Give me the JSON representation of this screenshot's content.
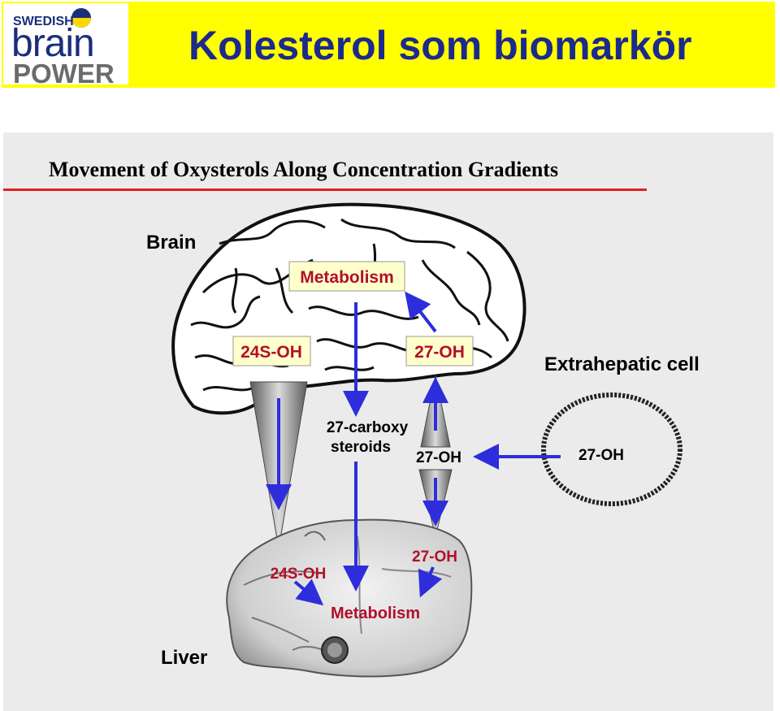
{
  "header": {
    "title": "Kolesterol som biomarkör",
    "logo": {
      "line1": "SWEDISH",
      "line2": "brain",
      "line3": "POWER"
    }
  },
  "slide": {
    "title": "Movement of Oxysterols Along Concentration Gradients"
  },
  "diagram": {
    "brain_label": "Brain",
    "liver_label": "Liver",
    "extrahepatic_label": "Extrahepatic cell",
    "brain_metabolism": "Metabolism",
    "brain_24s_oh": "24S-OH",
    "brain_27_oh": "27-OH",
    "carboxy_line1": "27-carboxy",
    "carboxy_line2": "steroids",
    "mid_27_oh": "27-OH",
    "cell_27_oh": "27-OH",
    "liver_24s_oh": "24S-OH",
    "liver_27_oh": "27-OH",
    "liver_metabolism": "Metabolism"
  },
  "colors": {
    "header_bg": "#ffff00",
    "title_blue": "#1c2a8c",
    "label_red": "#b0102a",
    "arrow_blue": "#2d2ddc",
    "box_yellow": "#ffffcc"
  }
}
